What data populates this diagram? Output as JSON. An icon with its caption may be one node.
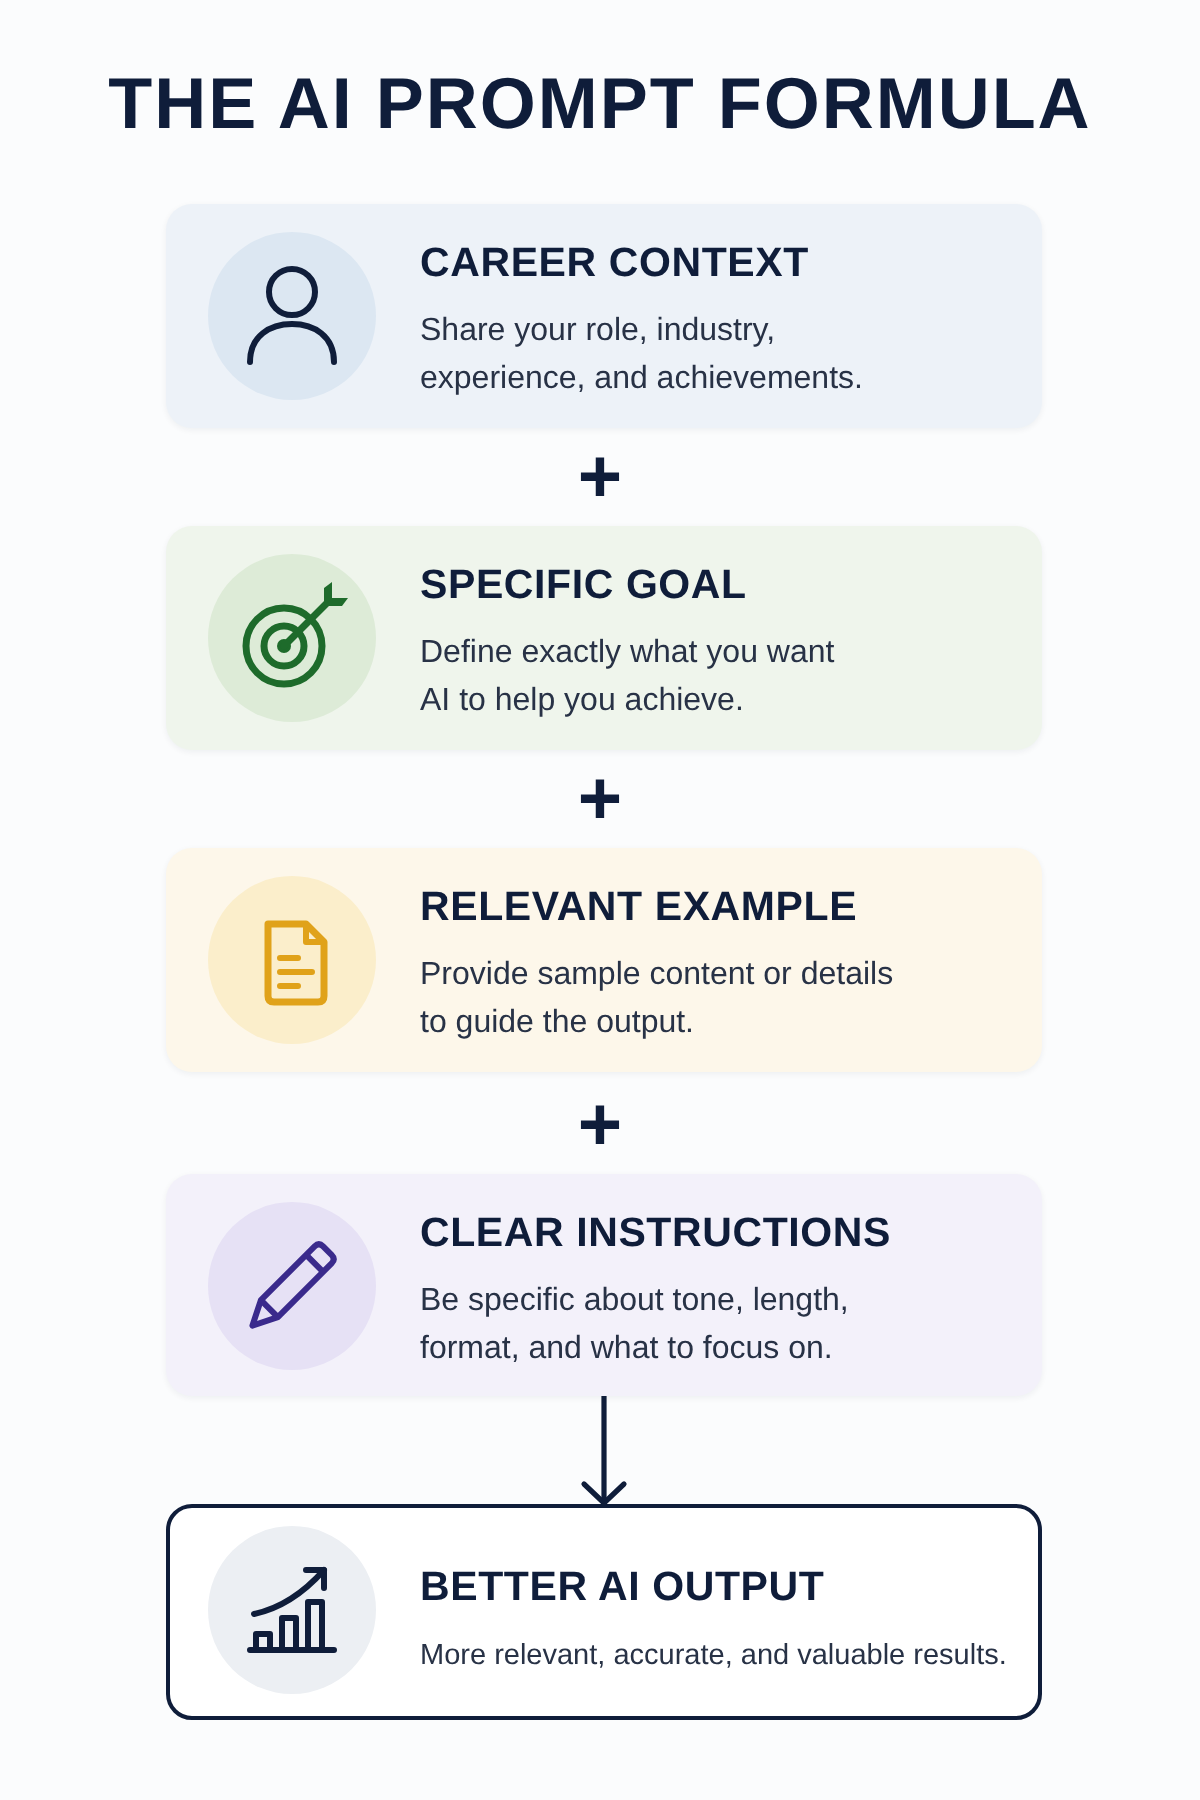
{
  "diagram": {
    "title": "THE AI PROMPT FORMULA",
    "nodes": [
      {
        "text": [
          "CAREER CONTEXT",
          "Share your role, industry, experience, and achievements."
        ]
      },
      {
        "text": [
          "SPECIFIC GOAL",
          "Define exactly what you want AI to help you achieve."
        ]
      },
      {
        "text": [
          "RELEVANT EXAMPLE",
          "Provide sample content or details to guide the output."
        ]
      },
      {
        "text": [
          "CLEAR INSTRUCTIONS",
          "Be specific about tone, length, format, and what to focus on."
        ]
      },
      {
        "text": [
          "BETTER AI OUTPUT",
          "More relevant, accurate, and valuable results."
        ]
      }
    ],
    "edges": [
      {
        "from": 3,
        "to": 4,
        "arrow": "to"
      }
    ],
    "labels": [
      "+",
      "+",
      "+"
    ]
  }
}
